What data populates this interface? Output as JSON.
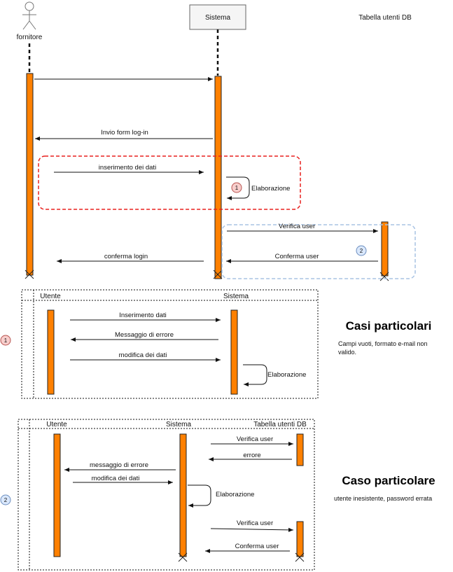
{
  "participants": {
    "actor": "fornitore",
    "system": "Sistema",
    "db": "Tabella utenti DB"
  },
  "main_messages": {
    "m1": "",
    "m2": "Invio form log-in",
    "m3": "inserimento dei dati",
    "m4": "Elaborazione",
    "m5": "Verifica user",
    "m6": "Conferma user",
    "m7": "conferma login"
  },
  "markers": {
    "one": "1",
    "two": "2"
  },
  "case1": {
    "col_user": "Utente",
    "col_system": "Sistema",
    "msg1": "Inserimento dati",
    "msg2": "Messaggio di errore",
    "msg3": "modifica dei dati",
    "self": "Elaborazione",
    "title": "Casi particolari",
    "desc_line1": "Campi vuoti, formato e-mail non",
    "desc_line2": "valido."
  },
  "case2": {
    "col_user": "Utente",
    "col_system": "Sistema",
    "col_db": "Tabella utenti DB",
    "msg1": "Verifica user",
    "msg2": "errore",
    "msg3": "messaggio di errore",
    "msg4": "modifica dei dati",
    "self": "Elaborazione",
    "msg5": "Verifica user",
    "msg6": "Conferma user",
    "title": "Caso particolare",
    "desc": "utente inesistente, password errata"
  },
  "colors": {
    "activation": "#ff8000",
    "group_red": "#e8201e",
    "group_blue": "#a9c4e4",
    "marker1_fill": "#f8cecc",
    "marker1_stroke": "#b85450",
    "marker2_fill": "#dae8fc",
    "marker2_stroke": "#6c8ebf"
  }
}
